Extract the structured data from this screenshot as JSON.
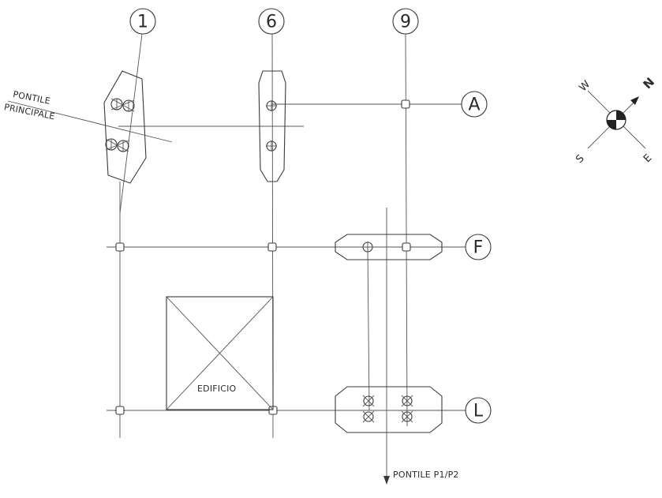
{
  "grid_bubbles": {
    "col_1": "1",
    "col_6": "6",
    "col_9": "9",
    "row_A": "A",
    "row_F": "F",
    "row_L": "L"
  },
  "labels": {
    "pontile_line1": "PONTILE",
    "pontile_line2": "PRINCIPALE",
    "edificio": "EDIFICIO",
    "pontile_p1p2": "PONTILE P1/P2"
  },
  "compass": {
    "north": "N",
    "south": "S",
    "east": "E",
    "west": "W"
  }
}
